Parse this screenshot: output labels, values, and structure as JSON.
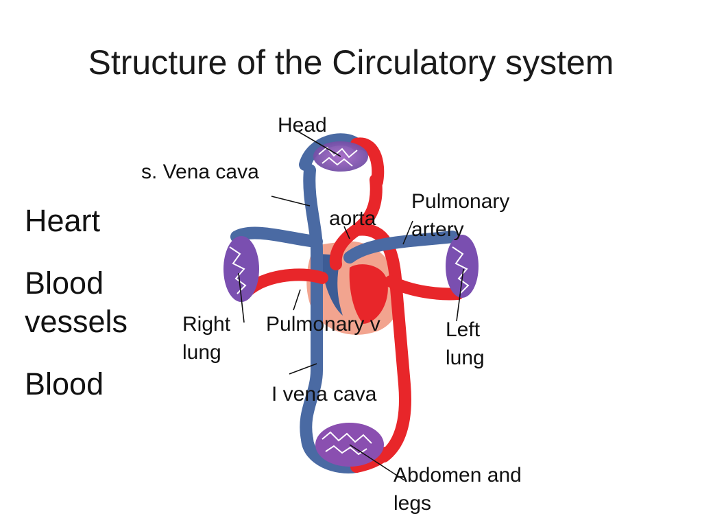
{
  "slide": {
    "title": "Structure of the Circulatory system",
    "list": [
      "Heart",
      "Blood vessels",
      "Blood"
    ]
  },
  "diagram": {
    "labels": {
      "head": "Head",
      "s_vena_cava": "s. Vena cava",
      "aorta": "aorta",
      "pulmonary_artery_line1": "Pulmonary",
      "pulmonary_artery_line2": "artery",
      "right_lung_line1": "Right",
      "right_lung_line2": "lung",
      "pulmonary_vein": "Pulmonary v",
      "left_lung_line1": "Left",
      "left_lung_line2": "lung",
      "i_vena_cava": "I vena cava",
      "abdomen_line1": "Abdomen and",
      "abdomen_line2": "legs"
    }
  },
  "colors": {
    "venous_blue": "#4a6aa3",
    "arterial_red": "#e8262a",
    "capillary_purple": "#8a4fb0",
    "heart_pink": "#f2a48f"
  }
}
